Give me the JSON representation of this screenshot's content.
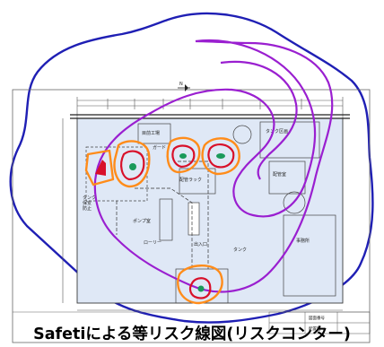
{
  "caption": "Safetiによる等リスク線図(リスクコンター)",
  "north_mark": "N",
  "plan_labels": {
    "top_left_building": "目前工場",
    "guard_label": "ガード",
    "left_note_1": "タンク",
    "left_note_2": "保安",
    "left_note_3": "防止",
    "right_note_1": "タンク区画",
    "right_note_2": "配管室",
    "right_note_3": "事務所",
    "mid_label_1": "配管ラック",
    "mid_label_2": "ポンプ室",
    "bottom_label_1": "ローリー",
    "bottom_label_2": "出入口",
    "bottom_label_3": "タンク",
    "title_block_1": "図面番号",
    "title_block_2": "配置図"
  },
  "colors": {
    "outer_contour": "#1f1fb4",
    "middle_contour": "#9a1fd0",
    "inner_contour": "#ff8c1a",
    "innermost_contour": "#d8102a",
    "source_marker": "#1a9a5a",
    "site_fill": "#dfe8f6",
    "drawing_line": "#4a4a4a"
  }
}
